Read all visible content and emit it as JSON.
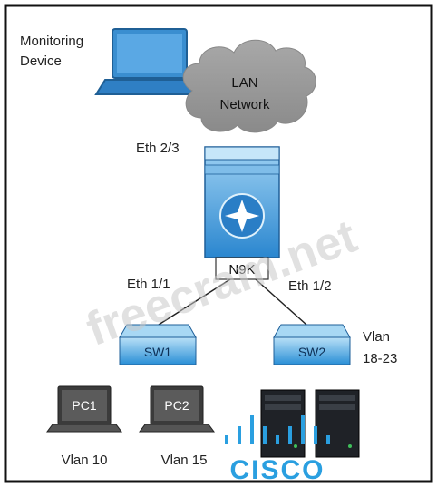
{
  "diagram": {
    "monitoring_label_line1": "Monitoring",
    "monitoring_label_line2": "Device",
    "cloud_label_line1": "LAN",
    "cloud_label_line2": "Network",
    "n9k_port_top": "Eth 2/3",
    "n9k_label": "N9K",
    "port_left": "Eth 1/1",
    "port_right": "Eth 1/2",
    "sw1_label": "SW1",
    "sw2_label": "SW2",
    "vlan_right_line1": "Vlan",
    "vlan_right_line2": "18-23",
    "pc1_label": "PC1",
    "pc2_label": "PC2",
    "pc1_vlan": "Vlan 10",
    "pc2_vlan": "Vlan 15",
    "watermark": "freecram.net",
    "brand_logo_text": "CISCO"
  },
  "colors": {
    "device_blue": "#2a8fd6",
    "device_light": "#8cc8f0",
    "cloud": "#9a9a9a",
    "cisco_blue": "#2a9fe0",
    "watermark": "#c8c8c8"
  }
}
